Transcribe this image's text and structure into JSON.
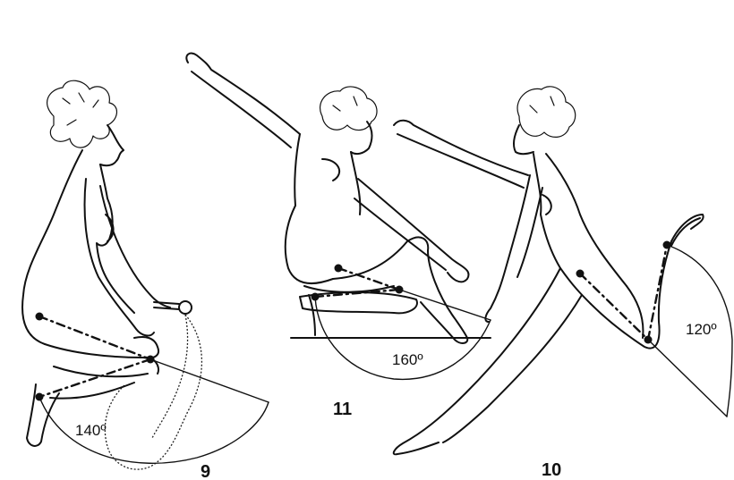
{
  "figures": [
    {
      "number": "9",
      "angle": "140º"
    },
    {
      "number": "11",
      "angle": "160º"
    },
    {
      "number": "10",
      "angle": "120º"
    }
  ]
}
